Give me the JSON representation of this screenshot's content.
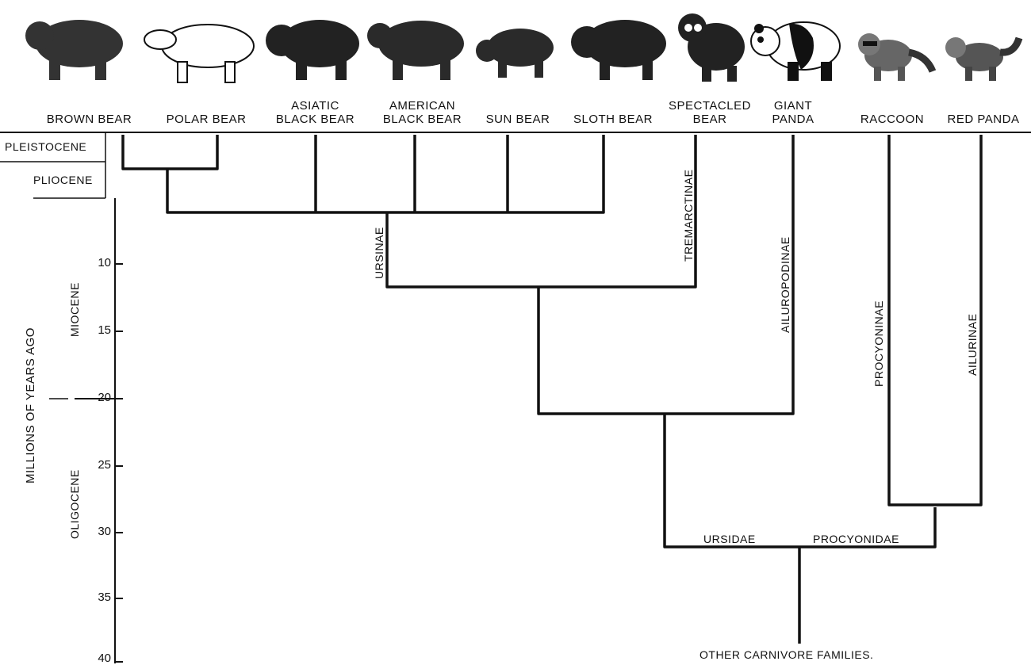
{
  "axis": {
    "title": "MILLIONS OF YEARS AGO",
    "ticks": [
      "10",
      "15",
      "20",
      "25",
      "30",
      "35",
      "40"
    ]
  },
  "epochs": {
    "pleistocene": "PLEISTOCENE",
    "pliocene": "PLIOCENE",
    "miocene": "MIOCENE",
    "oligocene": "OLIGOCENE"
  },
  "species": {
    "brown_bear": "BROWN BEAR",
    "polar_bear": "POLAR BEAR",
    "asiatic_black_bear": "ASIATIC\nBLACK BEAR",
    "american_black_bear": "AMERICAN\nBLACK BEAR",
    "sun_bear": "SUN BEAR",
    "sloth_bear": "SLOTH BEAR",
    "spectacled_bear": "SPECTACLED\nBEAR",
    "giant_panda": "GIANT\nPANDA",
    "raccoon": "RACCOON",
    "red_panda": "RED PANDA"
  },
  "clades": {
    "ursinae": "URSINAE",
    "tremarctinae": "TREMARCTINAE",
    "ailuropodinae": "AILUROPODINAE",
    "procyoninae": "PROCYONINAE",
    "ailurinae": "AILURINAE",
    "ursidae": "URSIDAE",
    "procyonidae": "PROCYONIDAE",
    "other": "OTHER CARNIVORE FAMILIES."
  },
  "animal_icons": [
    "brown-bear-icon",
    "polar-bear-icon",
    "asiatic-black-bear-icon",
    "american-black-bear-icon",
    "sun-bear-icon",
    "sloth-bear-icon",
    "spectacled-bear-icon",
    "giant-panda-icon",
    "raccoon-icon",
    "red-panda-icon"
  ]
}
